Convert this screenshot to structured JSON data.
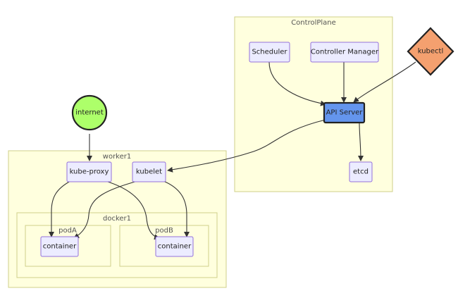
{
  "clusters": {
    "control_plane": "ControlPlane",
    "worker1": "worker1",
    "docker1": "docker1",
    "pod_a": "podA",
    "pod_b": "podB"
  },
  "nodes": {
    "scheduler": "Scheduler",
    "controller_manager": "Controller Manager",
    "kubectl": "kubectl",
    "api_server": "API Server",
    "etcd": "etcd",
    "internet": "internet",
    "kube_proxy": "kube-proxy",
    "kubelet": "kubelet",
    "container_a": "container",
    "container_b": "container"
  },
  "colors": {
    "cluster_fill": "#ffffde",
    "node_fill": "#ececff",
    "api_server_fill": "#6495ed",
    "internet_fill": "#adff6a",
    "kubectl_fill": "#f4a06f"
  }
}
